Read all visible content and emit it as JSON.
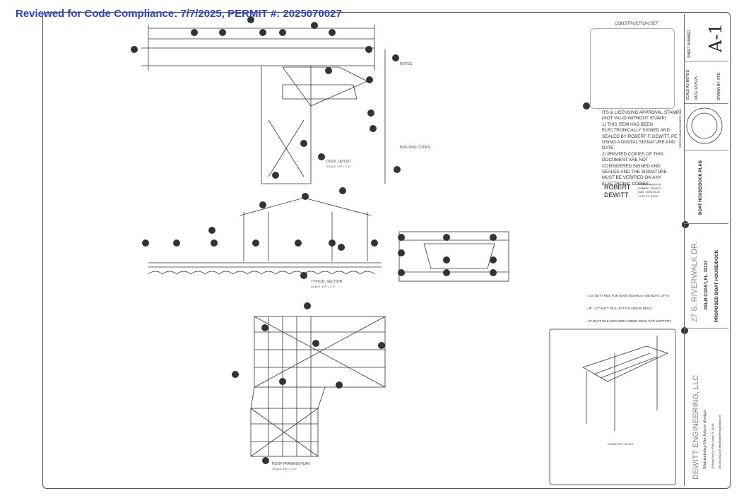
{
  "stamp": "Reviewed for Code Compliance: 7/7/2025,  PERMIT #: 2025070027",
  "construction_set": "CONSTRUCTION SET",
  "sheet": {
    "label": "SHEET NUMBER",
    "number": "A-1"
  },
  "scale": "SCALE AS NOTED",
  "date": "DATE 02/05/25",
  "drawn_by": "DRAWN BY: RFD",
  "seal_label": "PROFESSIONAL ENGINEER SEAL",
  "plan_title": "BOAT HOUSE/DOCK PLAN",
  "project": {
    "address": "27 S. RIVERWALK DR.",
    "city": "PALM COAST, FL. 32137",
    "name": "PROPOSED BOAT HOUSE/DOCK"
  },
  "firm": {
    "name": "DEWITT ENGINEERING, LLC",
    "tagline": "Maintaining the future design",
    "address": "10 Royal Fern Ln.  Palm Coast,  FL. 32164",
    "contact": "386-302-6842 Cell     dewittengineering@gmail.com"
  },
  "approval": {
    "line1": "ITS & LICENSING APPROVAL STAMP",
    "line2": "(NOT VALID WITHOUT STAMP)",
    "line3": "1) THIS ITEM HAS BEEN",
    "line4": "ELECTRONICALLY SIGNED AND",
    "line5": "SEALED BY ROBERT F. DEWITT, PE",
    "line6": "USING A DIGITAL SIGNATURE AND",
    "line7": "DATE.",
    "line8": "2) PRINTED COPIES OF THIS",
    "line9": "DOCUMENT ARE NOT",
    "line10": "CONSIDERED SIGNED AND",
    "line11": "SEALED AND THE SIGNATURE",
    "line12": "MUST BE VERIFIED ON ANY",
    "line13": "ELECTRONIC COPIES."
  },
  "signature": {
    "first": "ROBERT",
    "last": "DEWITT",
    "digital1": "Digitally signed by",
    "digital2": "ROBERT DEWITT",
    "digital3": "Date: 2025.05.26",
    "digital4": "17:22:21 -04'00'"
  },
  "drawings": {
    "dock_layout": "DOCK LAYOUT",
    "dock_layout_scale": "SCALE: 1/4\" = 1'-0\"",
    "typical_section": "TYPICAL SECTION",
    "typical_section_scale": "SCALE: 1/4\" = 1'-0\"",
    "framing_plan": "ROOF FRAMING PLAN",
    "framing_plan_scale": "SCALE: 1/4\" = 1'-0\"",
    "isometric": "ISOMETRIC DETAIL",
    "notes_title": "NOTES:",
    "building_codes": "BUILDING CODES"
  },
  "legend": {
    "item1": "= 10\" BUTT PILE FOR BOOK BOARDS AND BOAT LIFTS",
    "item2": "= 8\" - 10\" BUTT PILE UP TO 8' ABOVE DECK",
    "item3": "= 8\" BUTT PILE SECURED UNDER DECK FOR SUPPORT"
  },
  "colors": {
    "stamp": "#2b3fd6",
    "ink": "#222222",
    "marker": "#333333"
  }
}
